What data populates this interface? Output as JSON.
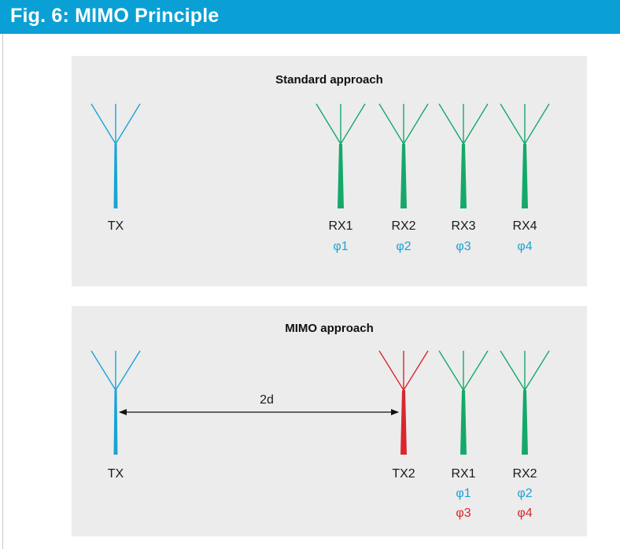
{
  "figure_title": "Fig. 6: MIMO Principle",
  "colors": {
    "header_bg": "#0aa0d5",
    "panel_bg": "#ececec",
    "antenna_tx": "#1ba3d6",
    "antenna_rx": "#15a86b",
    "antenna_tx2": "#d8272f",
    "phase_primary": "#1ba3d6",
    "phase_secondary": "#d8272f"
  },
  "standard": {
    "title": "Standard approach",
    "tx": {
      "label": "TX"
    },
    "receivers": [
      {
        "label": "RX1",
        "phase": "φ1"
      },
      {
        "label": "RX2",
        "phase": "φ2"
      },
      {
        "label": "RX3",
        "phase": "φ3"
      },
      {
        "label": "RX4",
        "phase": "φ4"
      }
    ]
  },
  "mimo": {
    "title": "MIMO approach",
    "tx": {
      "label": "TX"
    },
    "tx2": {
      "label": "TX2"
    },
    "distance_label": "2d",
    "receivers": [
      {
        "label": "RX1",
        "phase_1": "φ1",
        "phase_2": "φ3"
      },
      {
        "label": "RX2",
        "phase_1": "φ2",
        "phase_2": "φ4"
      }
    ]
  }
}
